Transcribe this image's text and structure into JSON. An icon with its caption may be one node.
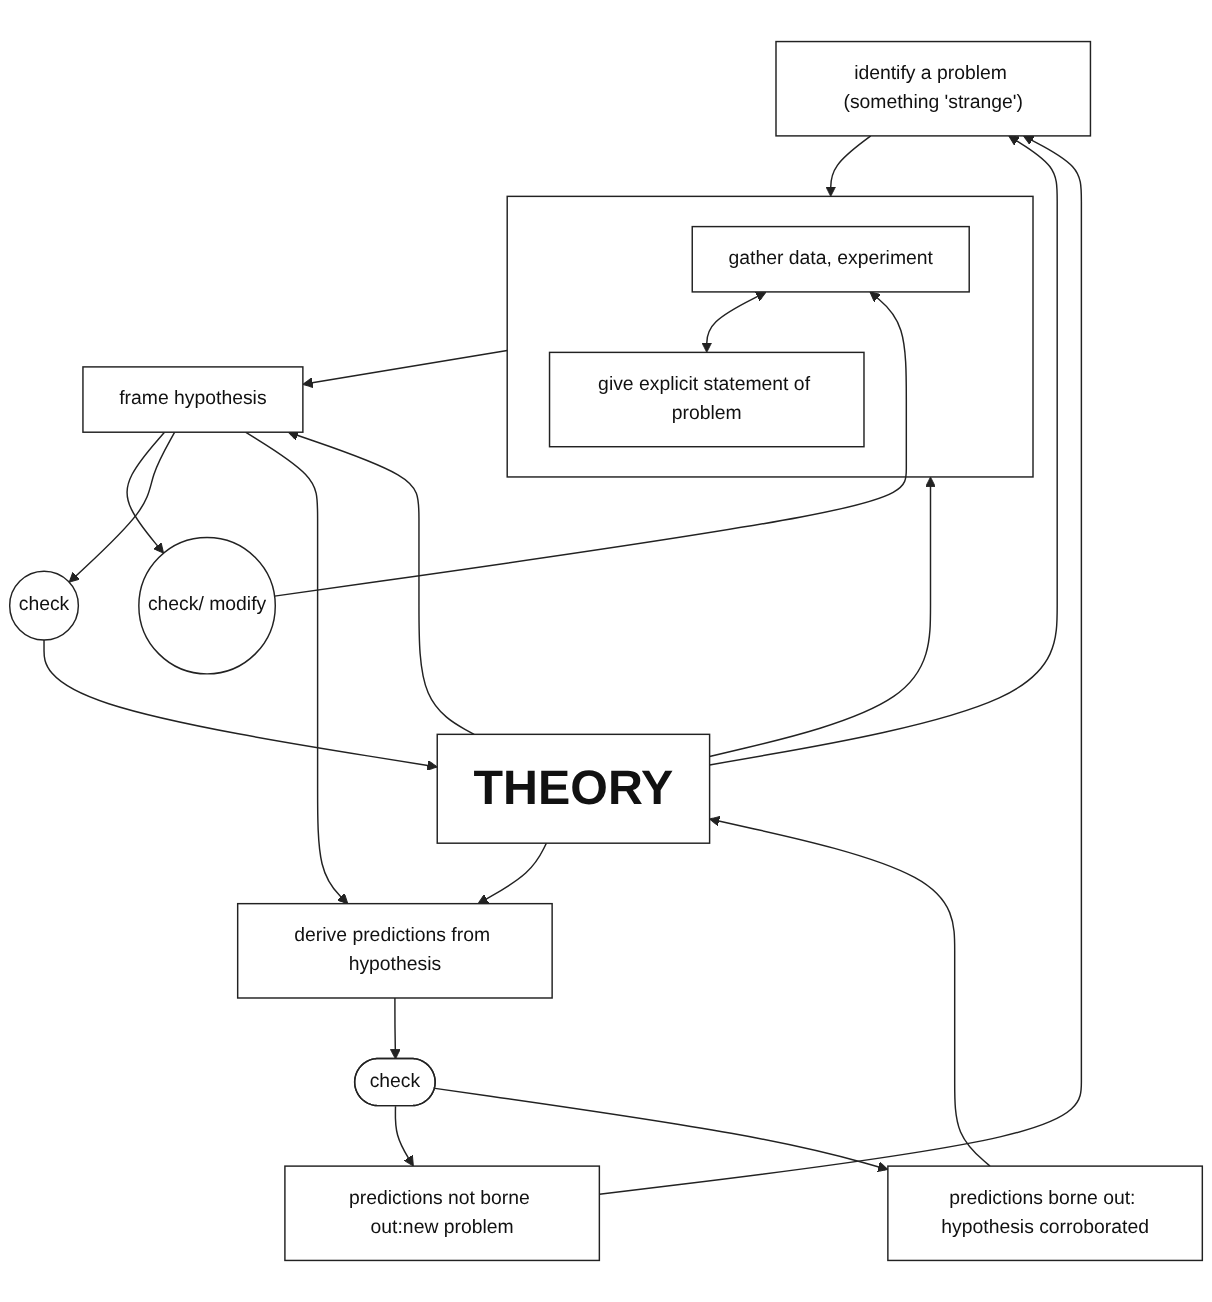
{
  "diagram": {
    "nodes": [
      {
        "text": [
          "identify a problem (something 'strange')"
        ]
      },
      {
        "text": [],
        "shape": "box"
      },
      {
        "text": [
          "gather data, experiment"
        ],
        "in": 1
      },
      {
        "text": [
          "give explicit statement of problem"
        ],
        "in": 1
      },
      {
        "text": [
          "check/ modify"
        ]
      },
      {
        "text": [
          "frame hypothesis"
        ]
      },
      {
        "text": [
          "check"
        ]
      },
      {
        "text": [
          "derive predictions from hypothesis"
        ]
      },
      {
        "text": [
          "check"
        ]
      },
      {
        "text": [
          "predictions not borne out:new problem"
        ]
      },
      {
        "text": [
          "predictions borne out: hypothesis corroborated"
        ]
      },
      {
        "text": [
          "THEORY"
        ]
      }
    ],
    "edges": [
      {
        "from": 0,
        "to": 1,
        "arrow": "to"
      },
      {
        "from": 2,
        "to": 3,
        "arrow": "both"
      },
      {
        "from": 1,
        "to": 5,
        "arrow": "to"
      },
      {
        "from": 5,
        "to": 4,
        "arrow": "to"
      },
      {
        "from": 4,
        "to": 2,
        "arrow": "to"
      },
      {
        "from": 5,
        "to": 6,
        "arrow": "to"
      },
      {
        "from": 6,
        "to": 11,
        "arrow": "to"
      },
      {
        "from": 5,
        "to": 7,
        "arrow": "to"
      },
      {
        "from": 7,
        "to": 8,
        "arrow": "to"
      },
      {
        "from": 8,
        "to": 9,
        "arrow": "to"
      },
      {
        "from": 8,
        "to": 10,
        "arrow": "to"
      },
      {
        "from": 9,
        "to": 0,
        "arrow": "to"
      },
      {
        "from": 10,
        "to": 11,
        "arrow": "to"
      },
      {
        "from": 11,
        "to": 0,
        "arrow": "to"
      },
      {
        "from": 11,
        "to": 1,
        "arrow": "to"
      },
      {
        "from": 11,
        "to": 5,
        "arrow": "to"
      },
      {
        "from": 11,
        "to": 7,
        "arrow": "to"
      }
    ]
  }
}
